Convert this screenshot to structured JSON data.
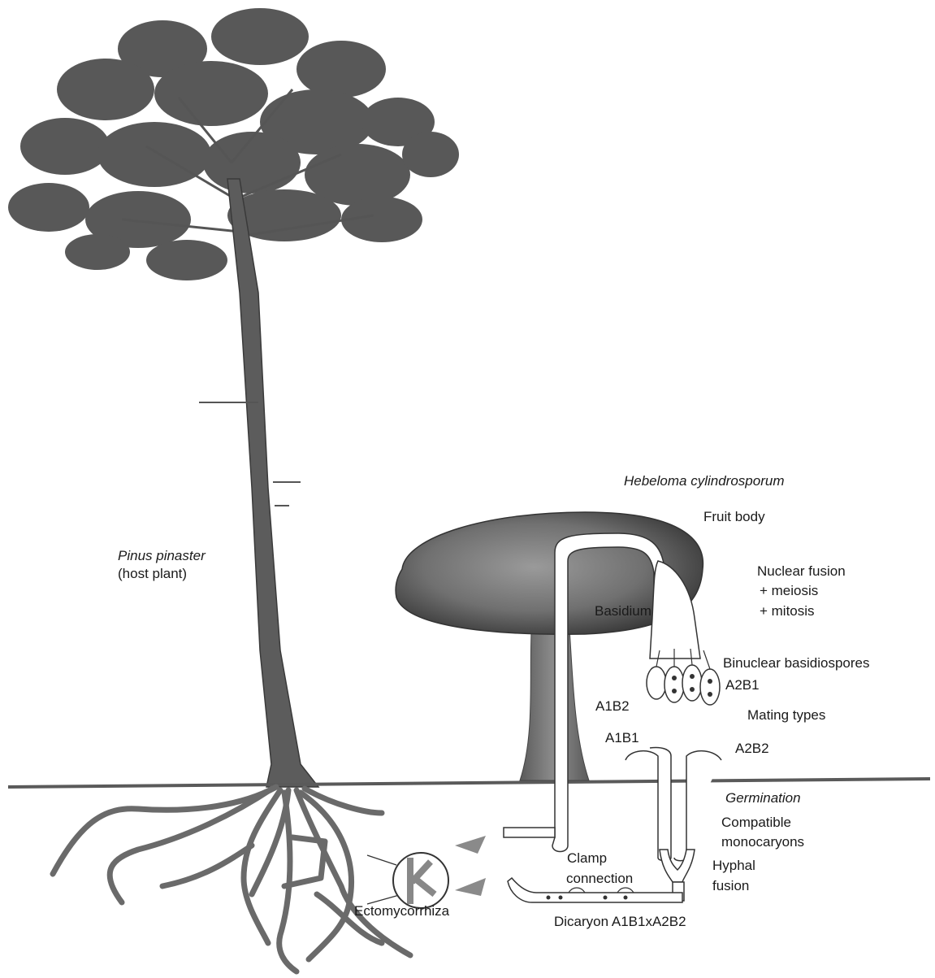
{
  "species": {
    "host_name": "Pinus pinaster",
    "host_role": "(host plant)",
    "fungus_name": "Hebeloma cylindrosporum"
  },
  "stages": {
    "fruit_body": "Fruit body",
    "nuclear_fusion": "Nuclear fusion",
    "meiosis": "+ meiosis",
    "mitosis": "+ mitosis",
    "basidium": "Basidium",
    "basidiospores": "Binuclear basidiospores",
    "mating_types": "Mating types",
    "germination": "Germination",
    "compatible_1": "Compatible",
    "compatible_2": "monocaryons",
    "hyphal_1": "Hyphal",
    "hyphal_2": "fusion",
    "clamp_1": "Clamp",
    "clamp_2": "connection",
    "dicaryon": "Dicaryon A1B1xA2B2",
    "ectomycorrhiza": "Ectomycorrhiza"
  },
  "mating": {
    "a2b1": "A2B1",
    "a1b2": "A1B2",
    "a1b1": "A1B1",
    "a2b2": "A2B2"
  },
  "colors": {
    "foliage": "#4a4a4a",
    "trunk": "#555555",
    "ground": "#5a5a5a",
    "cap": "#6b6b6b",
    "hypha_outline": "#333333",
    "arrow": "#8a8a8a"
  }
}
